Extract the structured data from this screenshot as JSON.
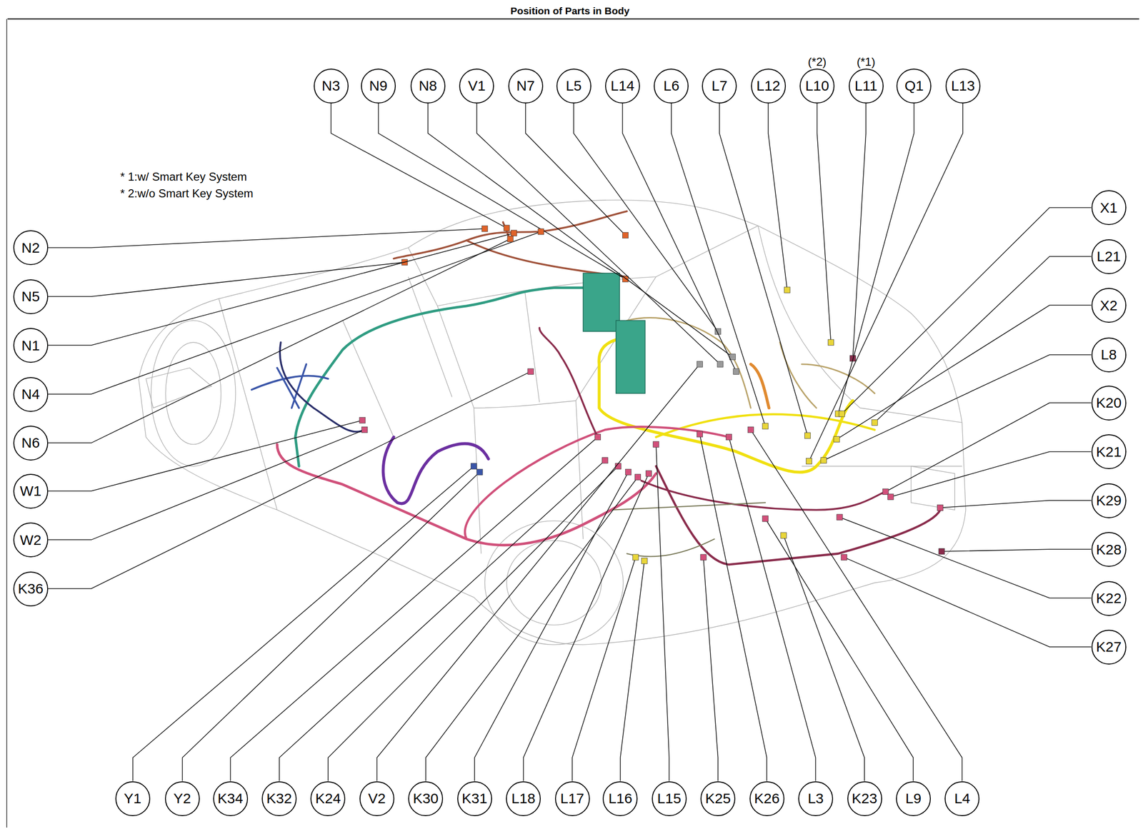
{
  "diagram": {
    "title": "Position of Parts in Body",
    "nodes": [
      {
        "text": [
          "N3"
        ]
      },
      {
        "text": [
          "N9"
        ]
      },
      {
        "text": [
          "N8"
        ]
      },
      {
        "text": [
          "V1"
        ]
      },
      {
        "text": [
          "N7"
        ]
      },
      {
        "text": [
          "L5"
        ]
      },
      {
        "text": [
          "L14"
        ]
      },
      {
        "text": [
          "L6"
        ]
      },
      {
        "text": [
          "L7"
        ]
      },
      {
        "text": [
          "L12"
        ]
      },
      {
        "text": [
          "(*2)",
          "L10"
        ]
      },
      {
        "text": [
          "(*1)",
          "L11"
        ]
      },
      {
        "text": [
          "Q1"
        ]
      },
      {
        "text": [
          "L13"
        ]
      },
      {
        "text": [
          "N2"
        ]
      },
      {
        "text": [
          "N5"
        ]
      },
      {
        "text": [
          "N1"
        ]
      },
      {
        "text": [
          "N4"
        ]
      },
      {
        "text": [
          "N6"
        ]
      },
      {
        "text": [
          "W1"
        ]
      },
      {
        "text": [
          "W2"
        ]
      },
      {
        "text": [
          "K36"
        ]
      },
      {
        "text": [
          "X1"
        ]
      },
      {
        "text": [
          "L21"
        ]
      },
      {
        "text": [
          "X2"
        ]
      },
      {
        "text": [
          "L8"
        ]
      },
      {
        "text": [
          "K20"
        ]
      },
      {
        "text": [
          "K21"
        ]
      },
      {
        "text": [
          "K29"
        ]
      },
      {
        "text": [
          "K28"
        ]
      },
      {
        "text": [
          "K22"
        ]
      },
      {
        "text": [
          "K27"
        ]
      },
      {
        "text": [
          "Y1"
        ]
      },
      {
        "text": [
          "Y2"
        ]
      },
      {
        "text": [
          "K34"
        ]
      },
      {
        "text": [
          "K32"
        ]
      },
      {
        "text": [
          "K24"
        ]
      },
      {
        "text": [
          "V2"
        ]
      },
      {
        "text": [
          "K30"
        ]
      },
      {
        "text": [
          "K31"
        ]
      },
      {
        "text": [
          "L18"
        ]
      },
      {
        "text": [
          "L17"
        ]
      },
      {
        "text": [
          "L16"
        ]
      },
      {
        "text": [
          "L15"
        ]
      },
      {
        "text": [
          "K25"
        ]
      },
      {
        "text": [
          "K26"
        ]
      },
      {
        "text": [
          "L3"
        ]
      },
      {
        "text": [
          "K23"
        ]
      },
      {
        "text": [
          "L9"
        ]
      },
      {
        "text": [
          "L4"
        ]
      }
    ],
    "labels": [
      "* 1:w/ Smart Key System",
      "* 2:w/o Smart Key System"
    ]
  }
}
